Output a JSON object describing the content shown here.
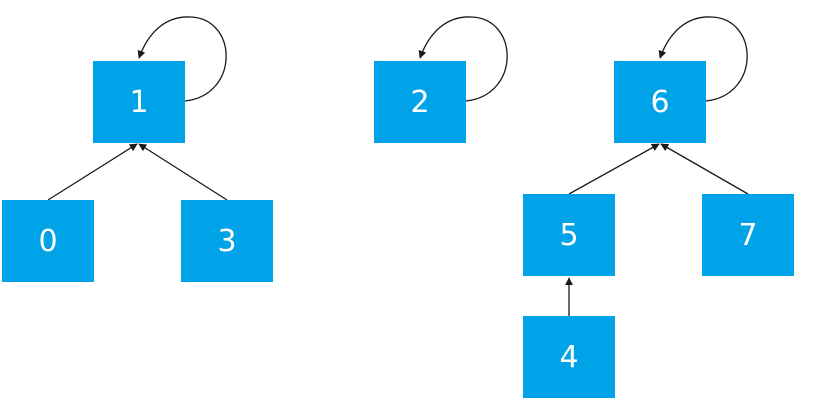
{
  "style": {
    "node_color": "#00a2e8",
    "edge_color": "#1a1a1a"
  },
  "nodes": {
    "n0": "0",
    "n1": "1",
    "n2": "2",
    "n3": "3",
    "n4": "4",
    "n5": "5",
    "n6": "6",
    "n7": "7"
  },
  "edges": [
    {
      "from": "0",
      "to": "1"
    },
    {
      "from": "3",
      "to": "1"
    },
    {
      "from": "1",
      "to": "1"
    },
    {
      "from": "2",
      "to": "2"
    },
    {
      "from": "5",
      "to": "6"
    },
    {
      "from": "7",
      "to": "6"
    },
    {
      "from": "4",
      "to": "5"
    },
    {
      "from": "6",
      "to": "6"
    }
  ]
}
